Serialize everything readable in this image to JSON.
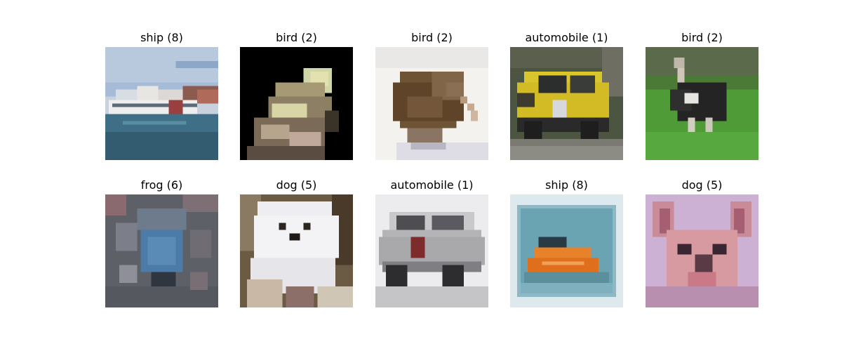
{
  "figure": {
    "panels": [
      {
        "label": "ship (8)",
        "class_name": "ship",
        "class_index": 8,
        "subject": "ship-image",
        "colors": {
          "bg": "#9fb4d0",
          "accent": "#3f6f86",
          "fg": "#e8e8e8"
        }
      },
      {
        "label": "bird (2)",
        "class_name": "bird",
        "class_index": 2,
        "subject": "bird-image",
        "colors": {
          "bg": "#000000",
          "accent": "#9a8c64",
          "fg": "#d8d6a6"
        }
      },
      {
        "label": "bird (2)",
        "class_name": "bird",
        "class_index": 2,
        "subject": "kiwi-bird-image",
        "colors": {
          "bg": "#f2f1ee",
          "accent": "#6a4d2e",
          "fg": "#b79a7a"
        }
      },
      {
        "label": "automobile (1)",
        "class_name": "automobile",
        "class_index": 1,
        "subject": "taxi-image",
        "colors": {
          "bg": "#4b5340",
          "accent": "#d7c22b",
          "fg": "#7a7a72"
        }
      },
      {
        "label": "bird (2)",
        "class_name": "bird",
        "class_index": 2,
        "subject": "ostrich-image",
        "colors": {
          "bg": "#4f9a39",
          "accent": "#2a2a2a",
          "fg": "#d9d2c7"
        }
      },
      {
        "label": "frog (6)",
        "class_name": "frog",
        "class_index": 6,
        "subject": "frog-image",
        "colors": {
          "bg": "#5f6168",
          "accent": "#4c7ba7",
          "fg": "#8b7a7f"
        }
      },
      {
        "label": "dog (5)",
        "class_name": "dog",
        "class_index": 5,
        "subject": "white-dog-image",
        "colors": {
          "bg": "#6b5a44",
          "accent": "#f1f1f4",
          "fg": "#2b2520"
        }
      },
      {
        "label": "automobile (1)",
        "class_name": "automobile",
        "class_index": 1,
        "subject": "silver-car-image",
        "colors": {
          "bg": "#e9e9ea",
          "accent": "#a9a9ab",
          "fg": "#4a4a4c"
        }
      },
      {
        "label": "ship (8)",
        "class_name": "ship",
        "class_index": 8,
        "subject": "boat-image",
        "colors": {
          "bg": "#d9e7ea",
          "accent": "#e8822a",
          "fg": "#6aa3b1"
        }
      },
      {
        "label": "dog (5)",
        "class_name": "dog",
        "class_index": 5,
        "subject": "chihuahua-image",
        "colors": {
          "bg": "#c9a7cf",
          "accent": "#d69aa0",
          "fg": "#3a2633"
        }
      }
    ]
  }
}
